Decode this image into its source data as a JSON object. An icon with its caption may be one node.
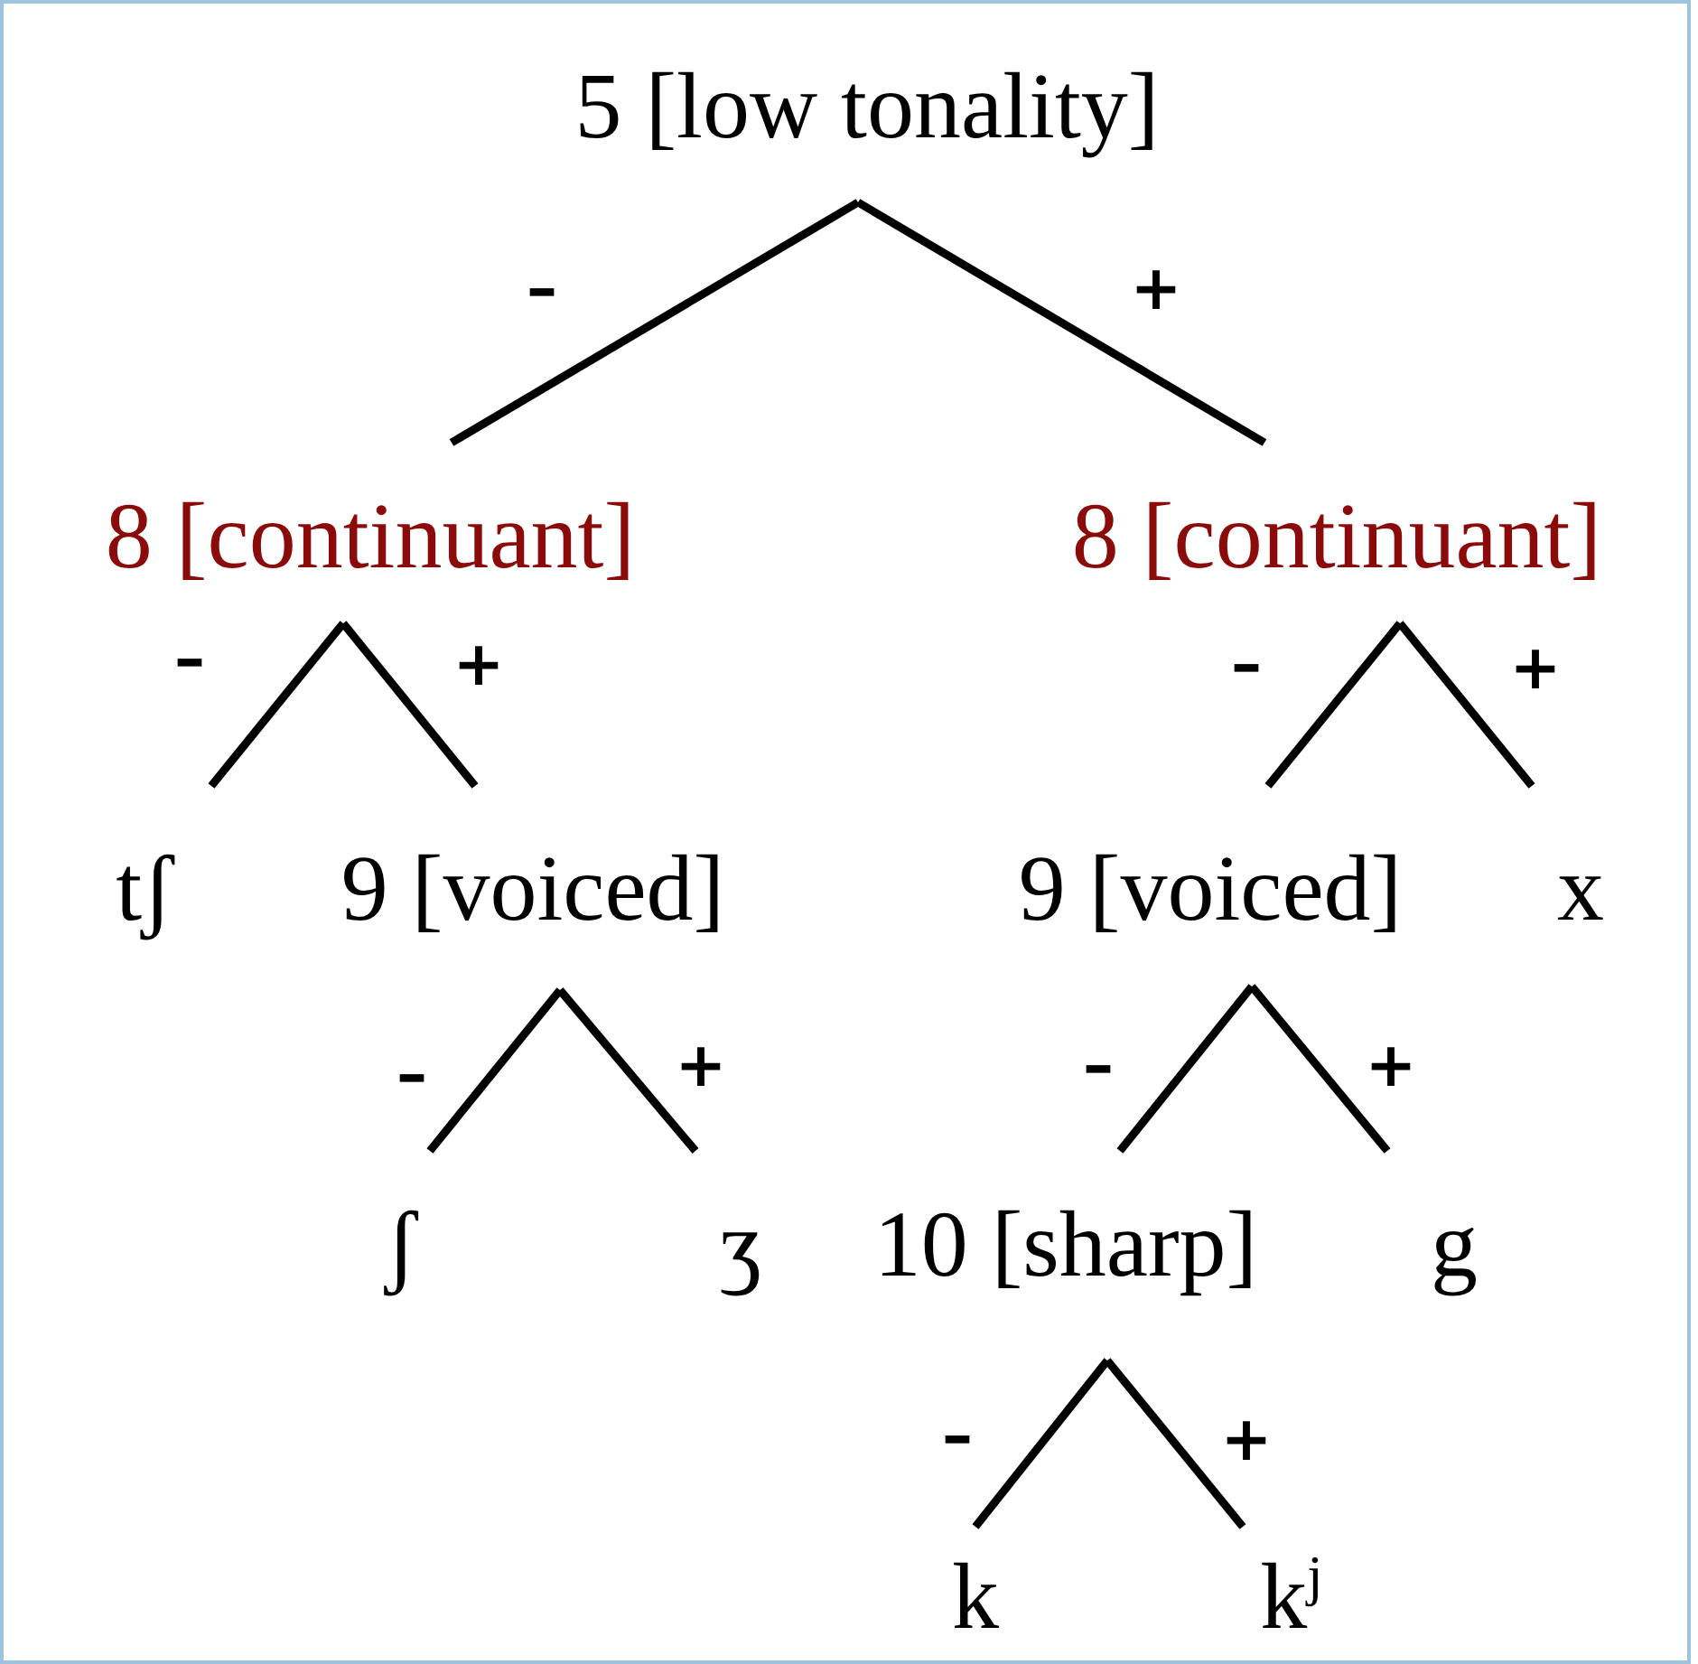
{
  "diagram": {
    "nodes": [
      {
        "text": [
          "5 [low tonality]"
        ]
      },
      {
        "text": [
          "8 [continuant]"
        ]
      },
      {
        "text": [
          "8 [continuant]"
        ]
      },
      {
        "text": [
          "tʃ"
        ]
      },
      {
        "text": [
          "9 [voiced]"
        ]
      },
      {
        "text": [
          "9 [voiced]"
        ]
      },
      {
        "text": [
          "x"
        ]
      },
      {
        "text": [
          "ʃ"
        ]
      },
      {
        "text": [
          "ʒ"
        ]
      },
      {
        "text": [
          "10 [sharp]"
        ]
      },
      {
        "text": [
          "g"
        ]
      },
      {
        "text": [
          "k"
        ]
      },
      {
        "text": [
          "k$^{j}$"
        ]
      }
    ],
    "edges": [
      {
        "from": 0,
        "to": 1,
        "arrow": "none",
        "label": "–"
      },
      {
        "from": 0,
        "to": 2,
        "arrow": "none",
        "label": "+"
      },
      {
        "from": 1,
        "to": 3,
        "arrow": "none",
        "label": "–"
      },
      {
        "from": 1,
        "to": 4,
        "arrow": "none",
        "label": "+"
      },
      {
        "from": 2,
        "to": 5,
        "arrow": "none",
        "label": "–"
      },
      {
        "from": 2,
        "to": 6,
        "arrow": "none",
        "label": "+"
      },
      {
        "from": 4,
        "to": 7,
        "arrow": "none",
        "label": "–"
      },
      {
        "from": 4,
        "to": 8,
        "arrow": "none",
        "label": "+"
      },
      {
        "from": 5,
        "to": 9,
        "arrow": "none",
        "label": "–"
      },
      {
        "from": 5,
        "to": 10,
        "arrow": "none",
        "label": "+"
      },
      {
        "from": 9,
        "to": 11,
        "arrow": "none",
        "label": "–"
      },
      {
        "from": 9,
        "to": 12,
        "arrow": "none",
        "label": "+"
      }
    ]
  }
}
